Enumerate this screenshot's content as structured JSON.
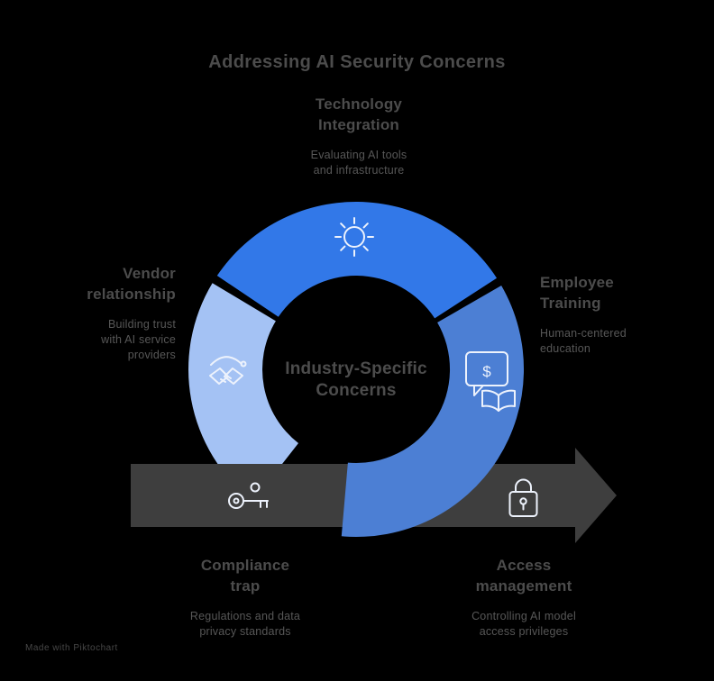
{
  "title": "Addressing AI Security Concerns",
  "center": {
    "line1": "Industry-Specific",
    "line2": "Concerns"
  },
  "spokes": {
    "top": {
      "title1": "Technology",
      "title2": "Integration",
      "sub1": "Evaluating AI tools",
      "sub2": "and infrastructure"
    },
    "left": {
      "title1": "Vendor",
      "title2": "relationship",
      "sub1": "Building trust",
      "sub2": "with AI service",
      "sub3": "providers"
    },
    "right": {
      "title1": "Employee",
      "title2": "Training",
      "sub1": "Human-centered",
      "sub2": "education"
    },
    "bottom_left": {
      "title1": "Compliance",
      "title2": "trap",
      "sub1": "Regulations and data",
      "sub2": "privacy standards"
    },
    "bottom_right": {
      "title1": "Access",
      "title2": "management",
      "sub1": "Controlling AI model",
      "sub2": "access privileges"
    }
  },
  "icons": {
    "top": "sun-icon",
    "left": "handshake-icon",
    "right": "money-chat-book-icon",
    "bottom_left": "key-icon",
    "bottom_right": "lock-icon",
    "dollar_glyph": "$"
  },
  "colors": {
    "background": "#000000",
    "segment_top": "#3278e8",
    "segment_right": "#4c7fd4",
    "segment_left": "#a4c2f4",
    "band": "#3e3e3e",
    "icon_stroke": "#edf2fc",
    "heading_text": "#4c4c4c",
    "subtitle_text": "#575757"
  },
  "watermark": "Made with Piktochart"
}
